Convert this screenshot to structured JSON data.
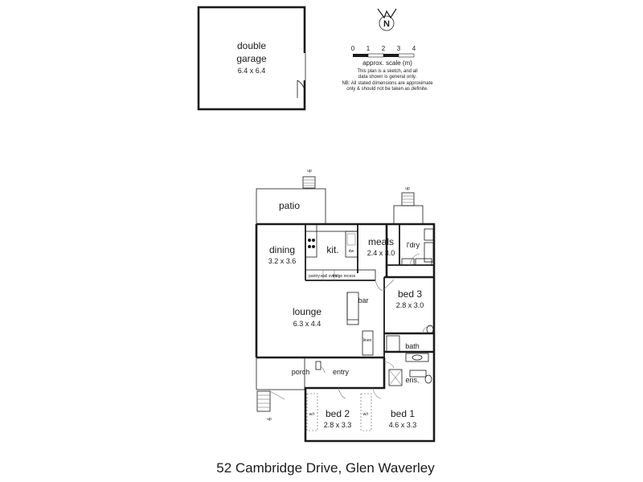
{
  "garage": {
    "name": "double\ngarage",
    "name_line1": "double",
    "name_line2": "garage",
    "dims": "6.4 x 6.4"
  },
  "compass": {
    "letter": "N"
  },
  "scale": {
    "ticks": [
      "0",
      "1",
      "2",
      "3",
      "4"
    ],
    "label": "approx. scale (m)",
    "note1": "This plan is a sketch, and all",
    "note2": "data shown is general only.",
    "note3": "NB: All stated dimensions are approximate",
    "note4": "only & should not be taken as definite."
  },
  "rooms": {
    "patio": "patio",
    "dining": {
      "name": "dining",
      "dims": "3.2 x 3.6"
    },
    "kit": "kit.",
    "meals": {
      "name": "meals",
      "dims": "2.4 x 3.0"
    },
    "ldry": "l'dry",
    "lounge": {
      "name": "lounge",
      "dims": "6.3 x 4.4"
    },
    "bar": "bar",
    "bed3": {
      "name": "bed 3",
      "dims": "2.8 x 3.0"
    },
    "bath": "bath",
    "ens": "ens.",
    "porch": "porch",
    "entry": "entry",
    "bed2": {
      "name": "bed 2",
      "dims": "2.8 x 3.3"
    },
    "bed1": {
      "name": "bed 1",
      "dims": "4.6 x 3.3"
    }
  },
  "fixtures": {
    "pantry": "pantry",
    "wall_oven": "wall oven",
    "fridge_recess": "fridge recess",
    "dw": "dw",
    "linen": "linen",
    "wir": "w/r",
    "up": "up"
  },
  "address": "52 Cambridge Drive, Glen Waverley"
}
